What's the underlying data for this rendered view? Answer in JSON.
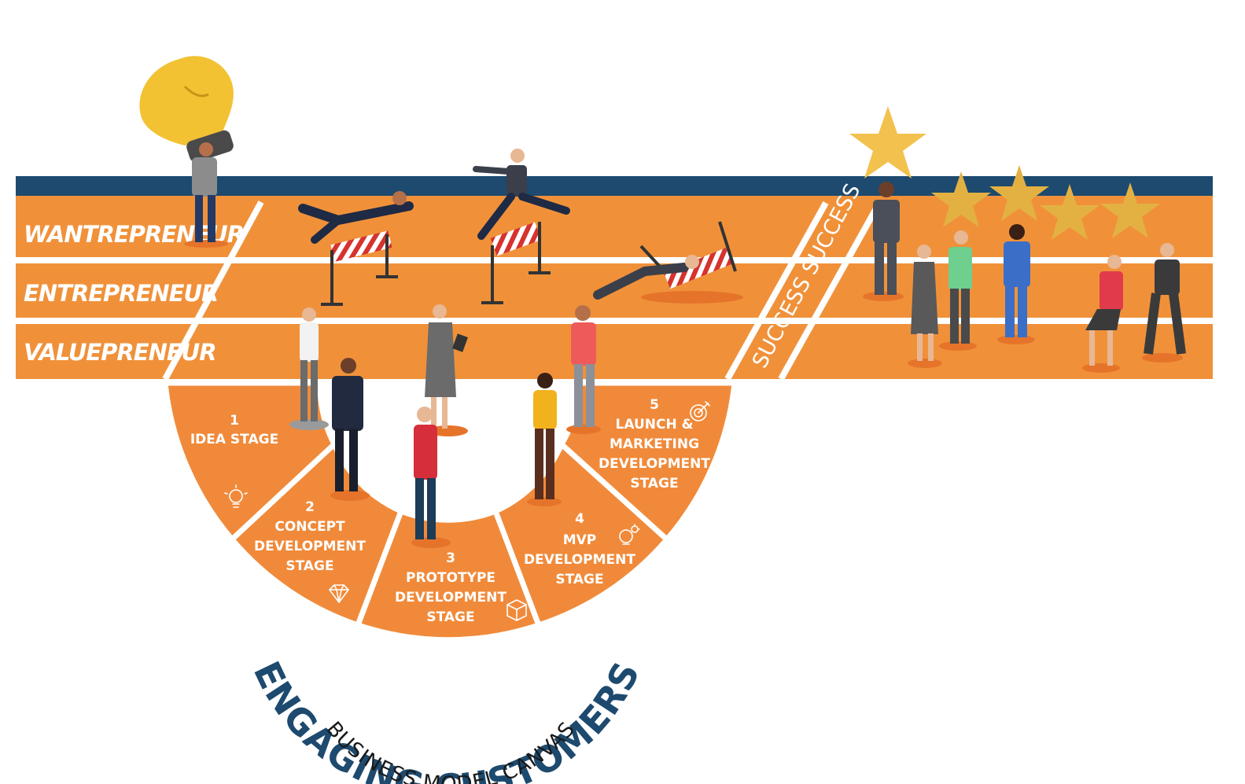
{
  "track": {
    "lanes": [
      {
        "label": "WANTREPRENEUR"
      },
      {
        "label": "ENTREPRENEUR"
      },
      {
        "label": "VALUEPRENEUR"
      }
    ],
    "finish_text": "SUCCESS SUCCESS"
  },
  "stages": [
    {
      "number": "1",
      "lines": [
        "IDEA STAGE"
      ],
      "icon": "lightbulb-icon"
    },
    {
      "number": "2",
      "lines": [
        "CONCEPT",
        "DEVELOPMENT",
        "STAGE"
      ],
      "icon": "diamond-icon"
    },
    {
      "number": "3",
      "lines": [
        "PROTOTYPE",
        "DEVELOPMENT",
        "STAGE"
      ],
      "icon": "box-icon"
    },
    {
      "number": "4",
      "lines": [
        "MVP",
        "DEVELOPMENT",
        "STAGE"
      ],
      "icon": "idea-gear-icon"
    },
    {
      "number": "5",
      "lines": [
        "LAUNCH &",
        "MARKETING",
        "DEVELOPMENT",
        "STAGE"
      ],
      "icon": "target-icon"
    }
  ],
  "title": "ENGAGING CUSTOMERS",
  "subtitle": "BUSINESS MODEL CANVAS",
  "colors": {
    "track_orange": "#f0913a",
    "wedge_orange": "#f08a3a",
    "navy": "#1d4a6e",
    "star_gold": "#f3c14e"
  }
}
